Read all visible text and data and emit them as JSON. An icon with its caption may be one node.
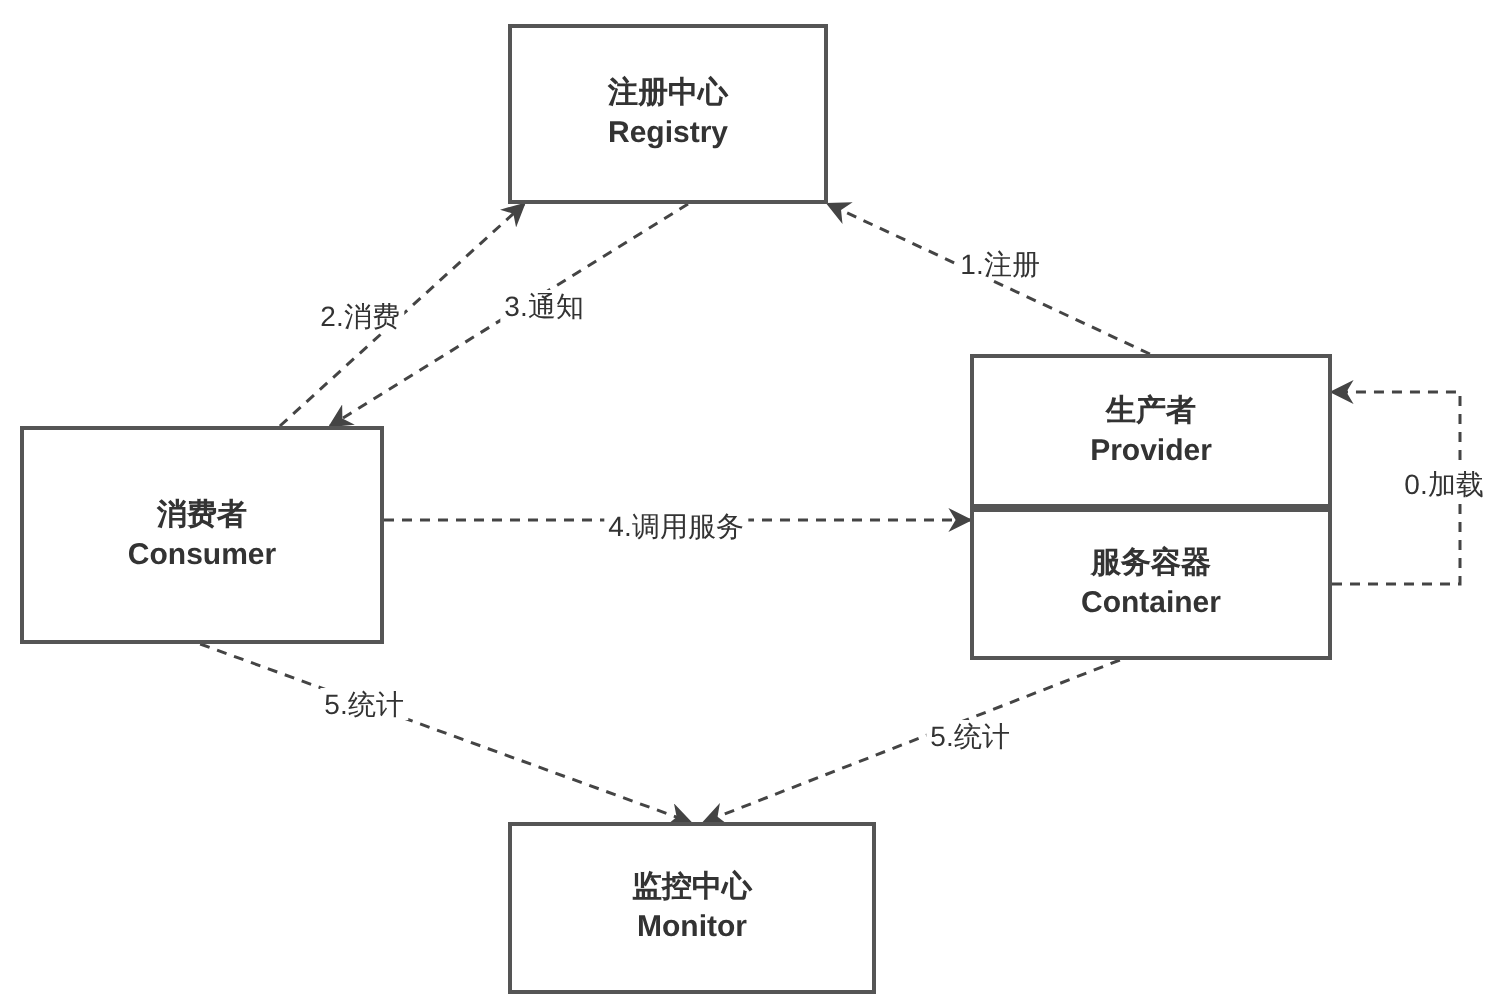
{
  "diagram": {
    "nodes": [
      {
        "text": [
          "注册中心",
          "Registry"
        ]
      },
      {
        "text": [
          "消费者",
          "Consumer"
        ]
      },
      {
        "text": [
          "生产者",
          "Provider"
        ]
      },
      {
        "text": [
          "服务容器",
          "Container"
        ]
      },
      {
        "text": [
          "监控中心",
          "Monitor"
        ]
      }
    ],
    "edges": [
      {
        "from": 1,
        "to": 0,
        "arrow": "to",
        "label": "2.消费",
        "style": "dashed"
      },
      {
        "from": 0,
        "to": 1,
        "arrow": "to",
        "label": "3.通知",
        "style": "dashed"
      },
      {
        "from": 2,
        "to": 0,
        "arrow": "to",
        "label": "1.注册",
        "style": "dashed"
      },
      {
        "from": 1,
        "to": 3,
        "arrow": "to",
        "label": "4.调用服务",
        "style": "dashed"
      },
      {
        "from": 3,
        "to": 2,
        "arrow": "to",
        "label": "0.加载",
        "style": "dashed"
      },
      {
        "from": 1,
        "to": 4,
        "arrow": "to",
        "label": "5.统计",
        "style": "dashed"
      },
      {
        "from": 3,
        "to": 4,
        "arrow": "to",
        "label": "5.统计",
        "style": "dashed"
      }
    ]
  }
}
